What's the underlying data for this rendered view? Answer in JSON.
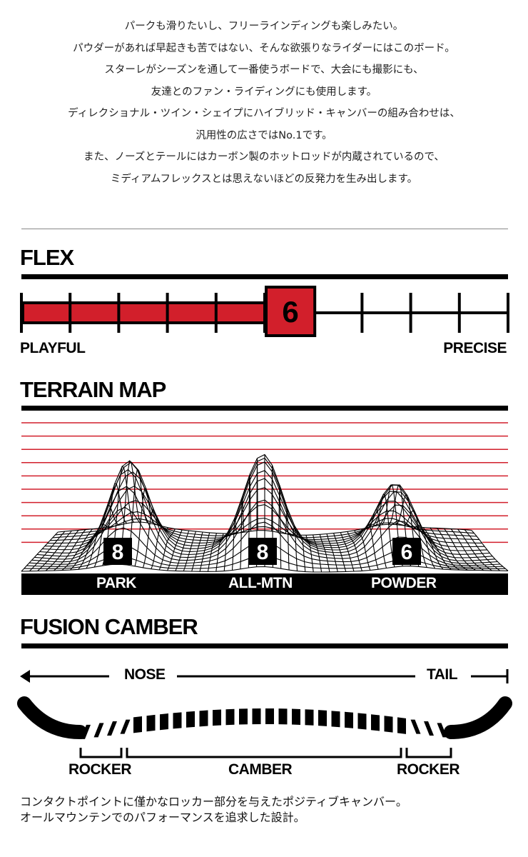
{
  "intro_lines": [
    "パークも滑りたいし、フリーラインディングも楽しみたい。",
    "パウダーがあれば早起きも苦ではない、そんな欲張りなライダーにはこのボード。",
    "スターレがシーズンを通して一番使うボードで、大会にも撮影にも、",
    "友達とのファン・ライディングにも使用します。",
    "ディレクショナル・ツイン・シェイプにハイブリッド・キャンバーの組み合わせは、",
    "汎用性の広さではNo.1です。",
    "また、ノーズとテールにはカーボン製のホットロッドが内蔵されているので、",
    "ミディアムフレックスとは思えないほどの反発力を生み出します。"
  ],
  "flex": {
    "title": "FLEX",
    "value": "6",
    "value_num": 6,
    "max": 10,
    "left_label": "PLAYFUL",
    "right_label": "PRECISE",
    "color": "#d21f2b"
  },
  "terrain": {
    "title": "TERRAIN MAP",
    "items": [
      {
        "label": "PARK",
        "score": "8",
        "value": 8
      },
      {
        "label": "ALL-MTN",
        "score": "8",
        "value": 8
      },
      {
        "label": "POWDER",
        "score": "6",
        "value": 6
      }
    ],
    "line_color": "#d21f2b"
  },
  "camber": {
    "title": "FUSION CAMBER",
    "nose": "NOSE",
    "tail": "TAIL",
    "rocker_left": "ROCKER",
    "camber": "CAMBER",
    "rocker_right": "ROCKER",
    "description": [
      "コンタクトポイントに僅かなロッカー部分を与えたポジティブキャンバー。",
      "オールマウンテンでのパフォーマンスを追求した設計。"
    ]
  }
}
